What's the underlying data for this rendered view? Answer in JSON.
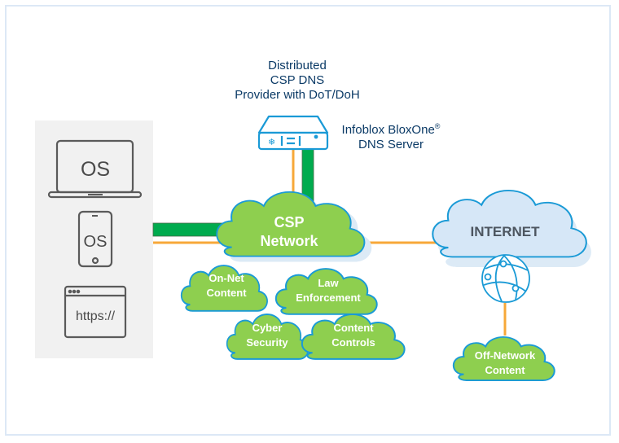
{
  "colors": {
    "cloud_green": "#8ecf4f",
    "cloud_border": "#1a9ad6",
    "cloud_shadow": "#dceaf6",
    "internet_fill": "#d6e7f7",
    "link_green": "#00ab4e",
    "link_orange": "#f7a839",
    "label_blue": "#0b3a66",
    "device_gray": "#595959",
    "panel_gray": "#f1f1f1",
    "frame_border": "#dce8f6"
  },
  "provider_label": {
    "line1": "Distributed",
    "line2": "CSP DNS",
    "line3": "Provider with DoT/DoH"
  },
  "server_label": {
    "line1": "Infoblox BloxOne",
    "trademark": "®",
    "line2": "DNS Server"
  },
  "devices": {
    "laptop": {
      "icon": "laptop-icon",
      "text": "OS"
    },
    "phone": {
      "icon": "smartphone-icon",
      "text": "OS"
    },
    "browser": {
      "icon": "browser-window-icon",
      "text": "https://"
    }
  },
  "clouds": {
    "csp_network": {
      "line1": "CSP",
      "line2": "Network"
    },
    "on_net": {
      "line1": "On-Net",
      "line2": "Content"
    },
    "law": {
      "line1": "Law",
      "line2": "Enforcement"
    },
    "cyber": {
      "line1": "Cyber",
      "line2": "Security"
    },
    "content_controls": {
      "line1": "Content",
      "line2": "Controls"
    },
    "internet": {
      "line1": "INTERNET"
    },
    "off_network": {
      "line1": "Off-Network",
      "line2": "Content"
    }
  }
}
